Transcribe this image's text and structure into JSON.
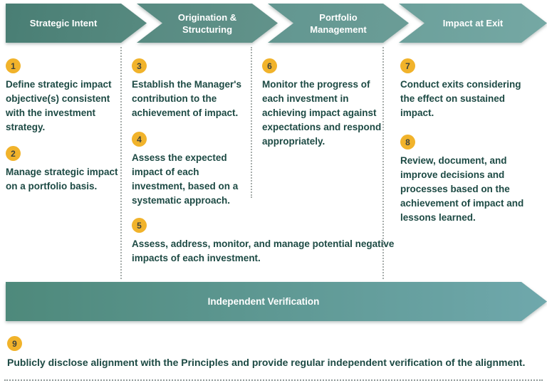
{
  "phases": [
    {
      "label": "Strategic Intent"
    },
    {
      "label": "Origination & Structuring"
    },
    {
      "label": "Portfolio Management"
    },
    {
      "label": "Impact at Exit"
    }
  ],
  "steps": [
    {
      "num": "1",
      "text": "Define strategic impact objective(s) consistent with the investment strategy."
    },
    {
      "num": "2",
      "text": "Manage strategic impact on a portfolio basis."
    },
    {
      "num": "3",
      "text": "Establish the Manager's contribution to the achievement of impact."
    },
    {
      "num": "4",
      "text": "Assess the expected impact of each investment, based on a systematic approach."
    },
    {
      "num": "5",
      "text": "Assess, address, monitor, and manage potential negative impacts of each investment."
    },
    {
      "num": "6",
      "text": "Monitor the progress of each investment in achieving impact against expectations and respond appropriately."
    },
    {
      "num": "7",
      "text": "Conduct exits considering the effect on sustained impact."
    },
    {
      "num": "8",
      "text": "Review, document, and improve decisions and processes based on the achievement of impact and lessons learned."
    },
    {
      "num": "9",
      "text": "Publicly disclose alignment with the Principles and provide regular independent verification of the alignment."
    }
  ],
  "banner": {
    "label": "Independent Verification"
  },
  "colors": {
    "phase_teal_dark": "#497e74",
    "phase_teal_light": "#75a8a4",
    "banner_start": "#4e897b",
    "banner_end": "#6fa8ac",
    "badge_gold": "#f1b32b",
    "text_green": "#1d4a44"
  }
}
